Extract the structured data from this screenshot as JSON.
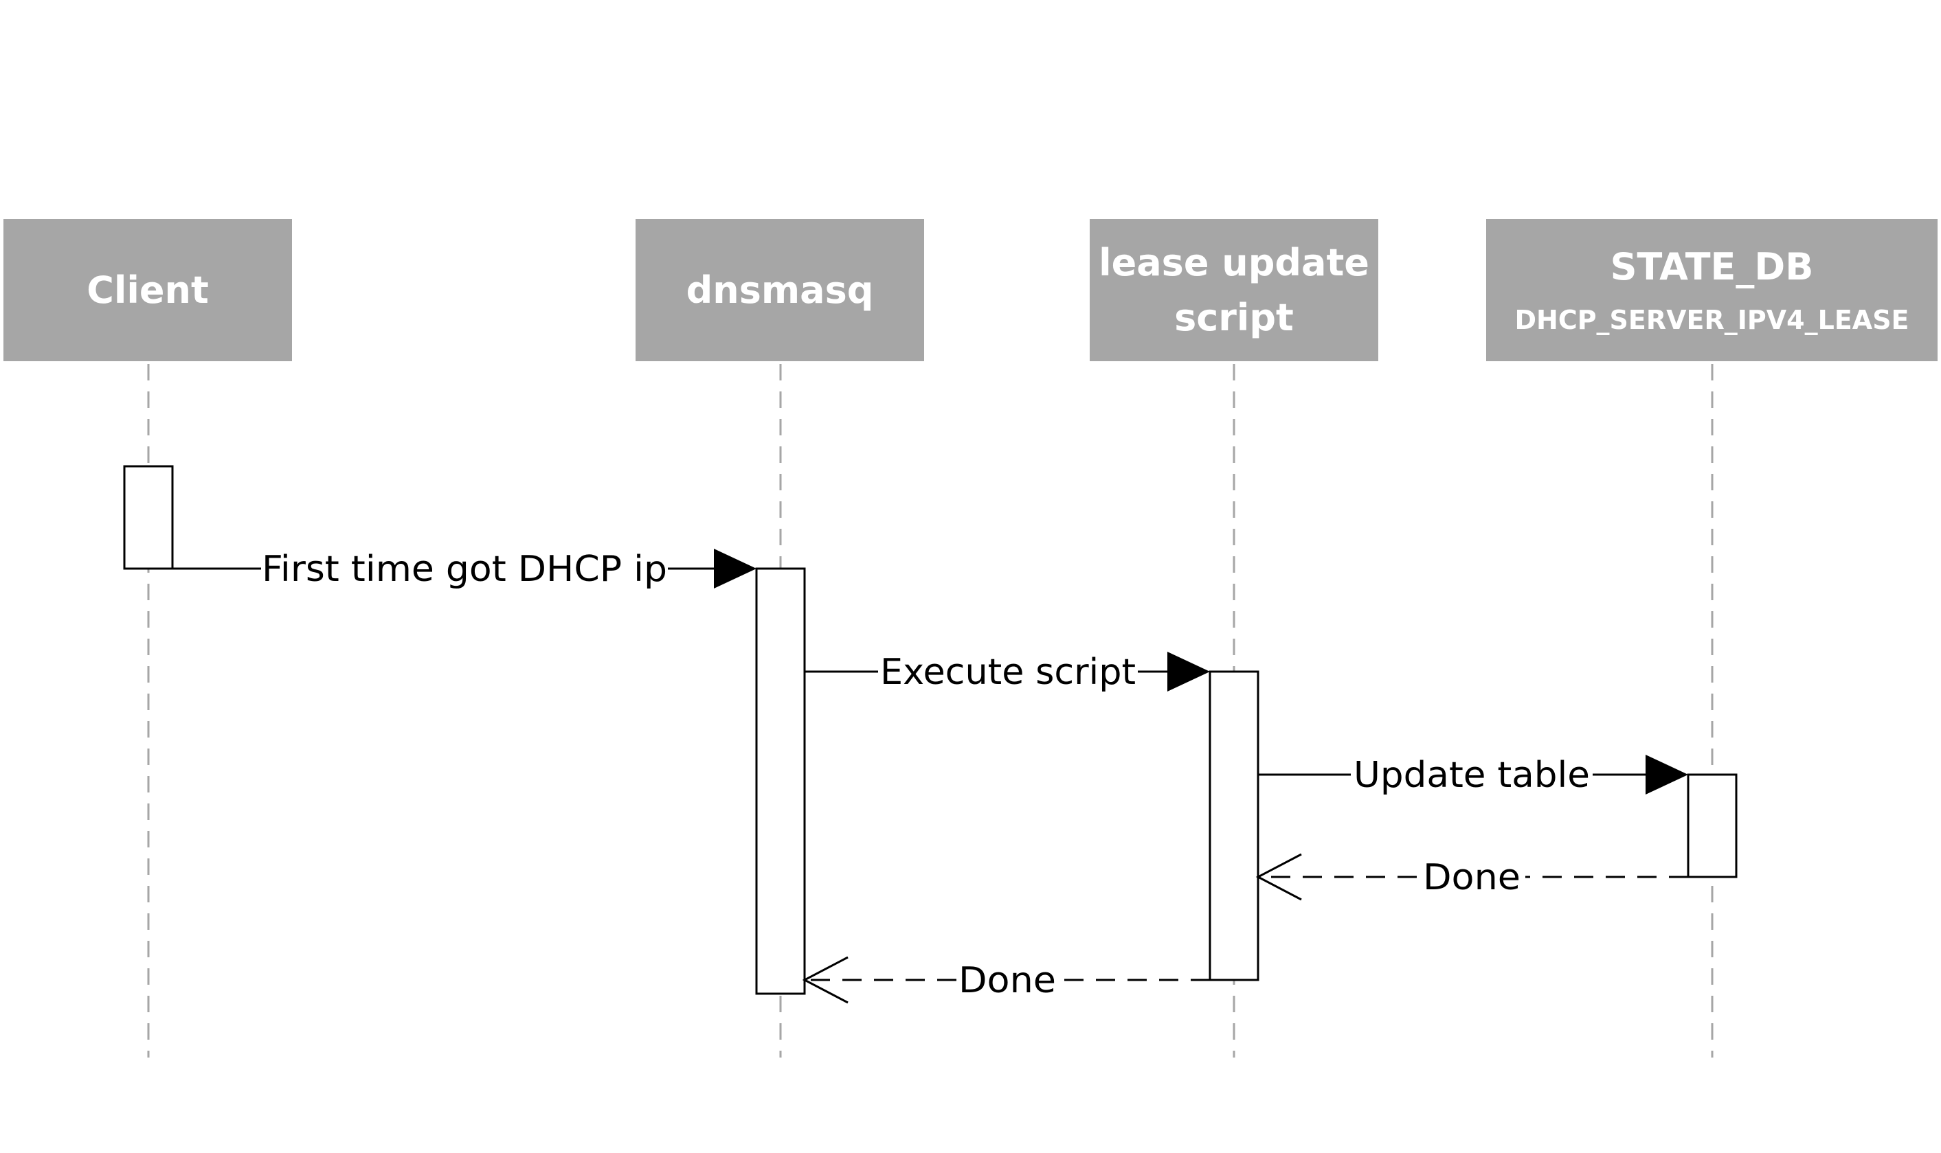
{
  "participants": [
    {
      "id": "client",
      "title": "Client",
      "subtitle": ""
    },
    {
      "id": "dnsmasq",
      "title": "dnsmasq",
      "subtitle": ""
    },
    {
      "id": "lease-script",
      "title": "lease update script",
      "subtitle": ""
    },
    {
      "id": "state-db",
      "title": "STATE_DB",
      "subtitle": "DHCP_SERVER_IPV4_LEASE"
    }
  ],
  "messages": [
    {
      "from": "client",
      "to": "dnsmasq",
      "label": "First time got DHCP ip",
      "style": "sync"
    },
    {
      "from": "dnsmasq",
      "to": "lease-script",
      "label": "Execute script",
      "style": "sync"
    },
    {
      "from": "lease-script",
      "to": "state-db",
      "label": "Update table",
      "style": "sync"
    },
    {
      "from": "state-db",
      "to": "lease-script",
      "label": "Done",
      "style": "return"
    },
    {
      "from": "lease-script",
      "to": "dnsmasq",
      "label": "Done",
      "style": "return"
    }
  ],
  "colors": {
    "header_fill": "#a6a6a6",
    "header_text": "#ffffff",
    "lifeline": "#a6a6a6",
    "line": "#000000"
  }
}
